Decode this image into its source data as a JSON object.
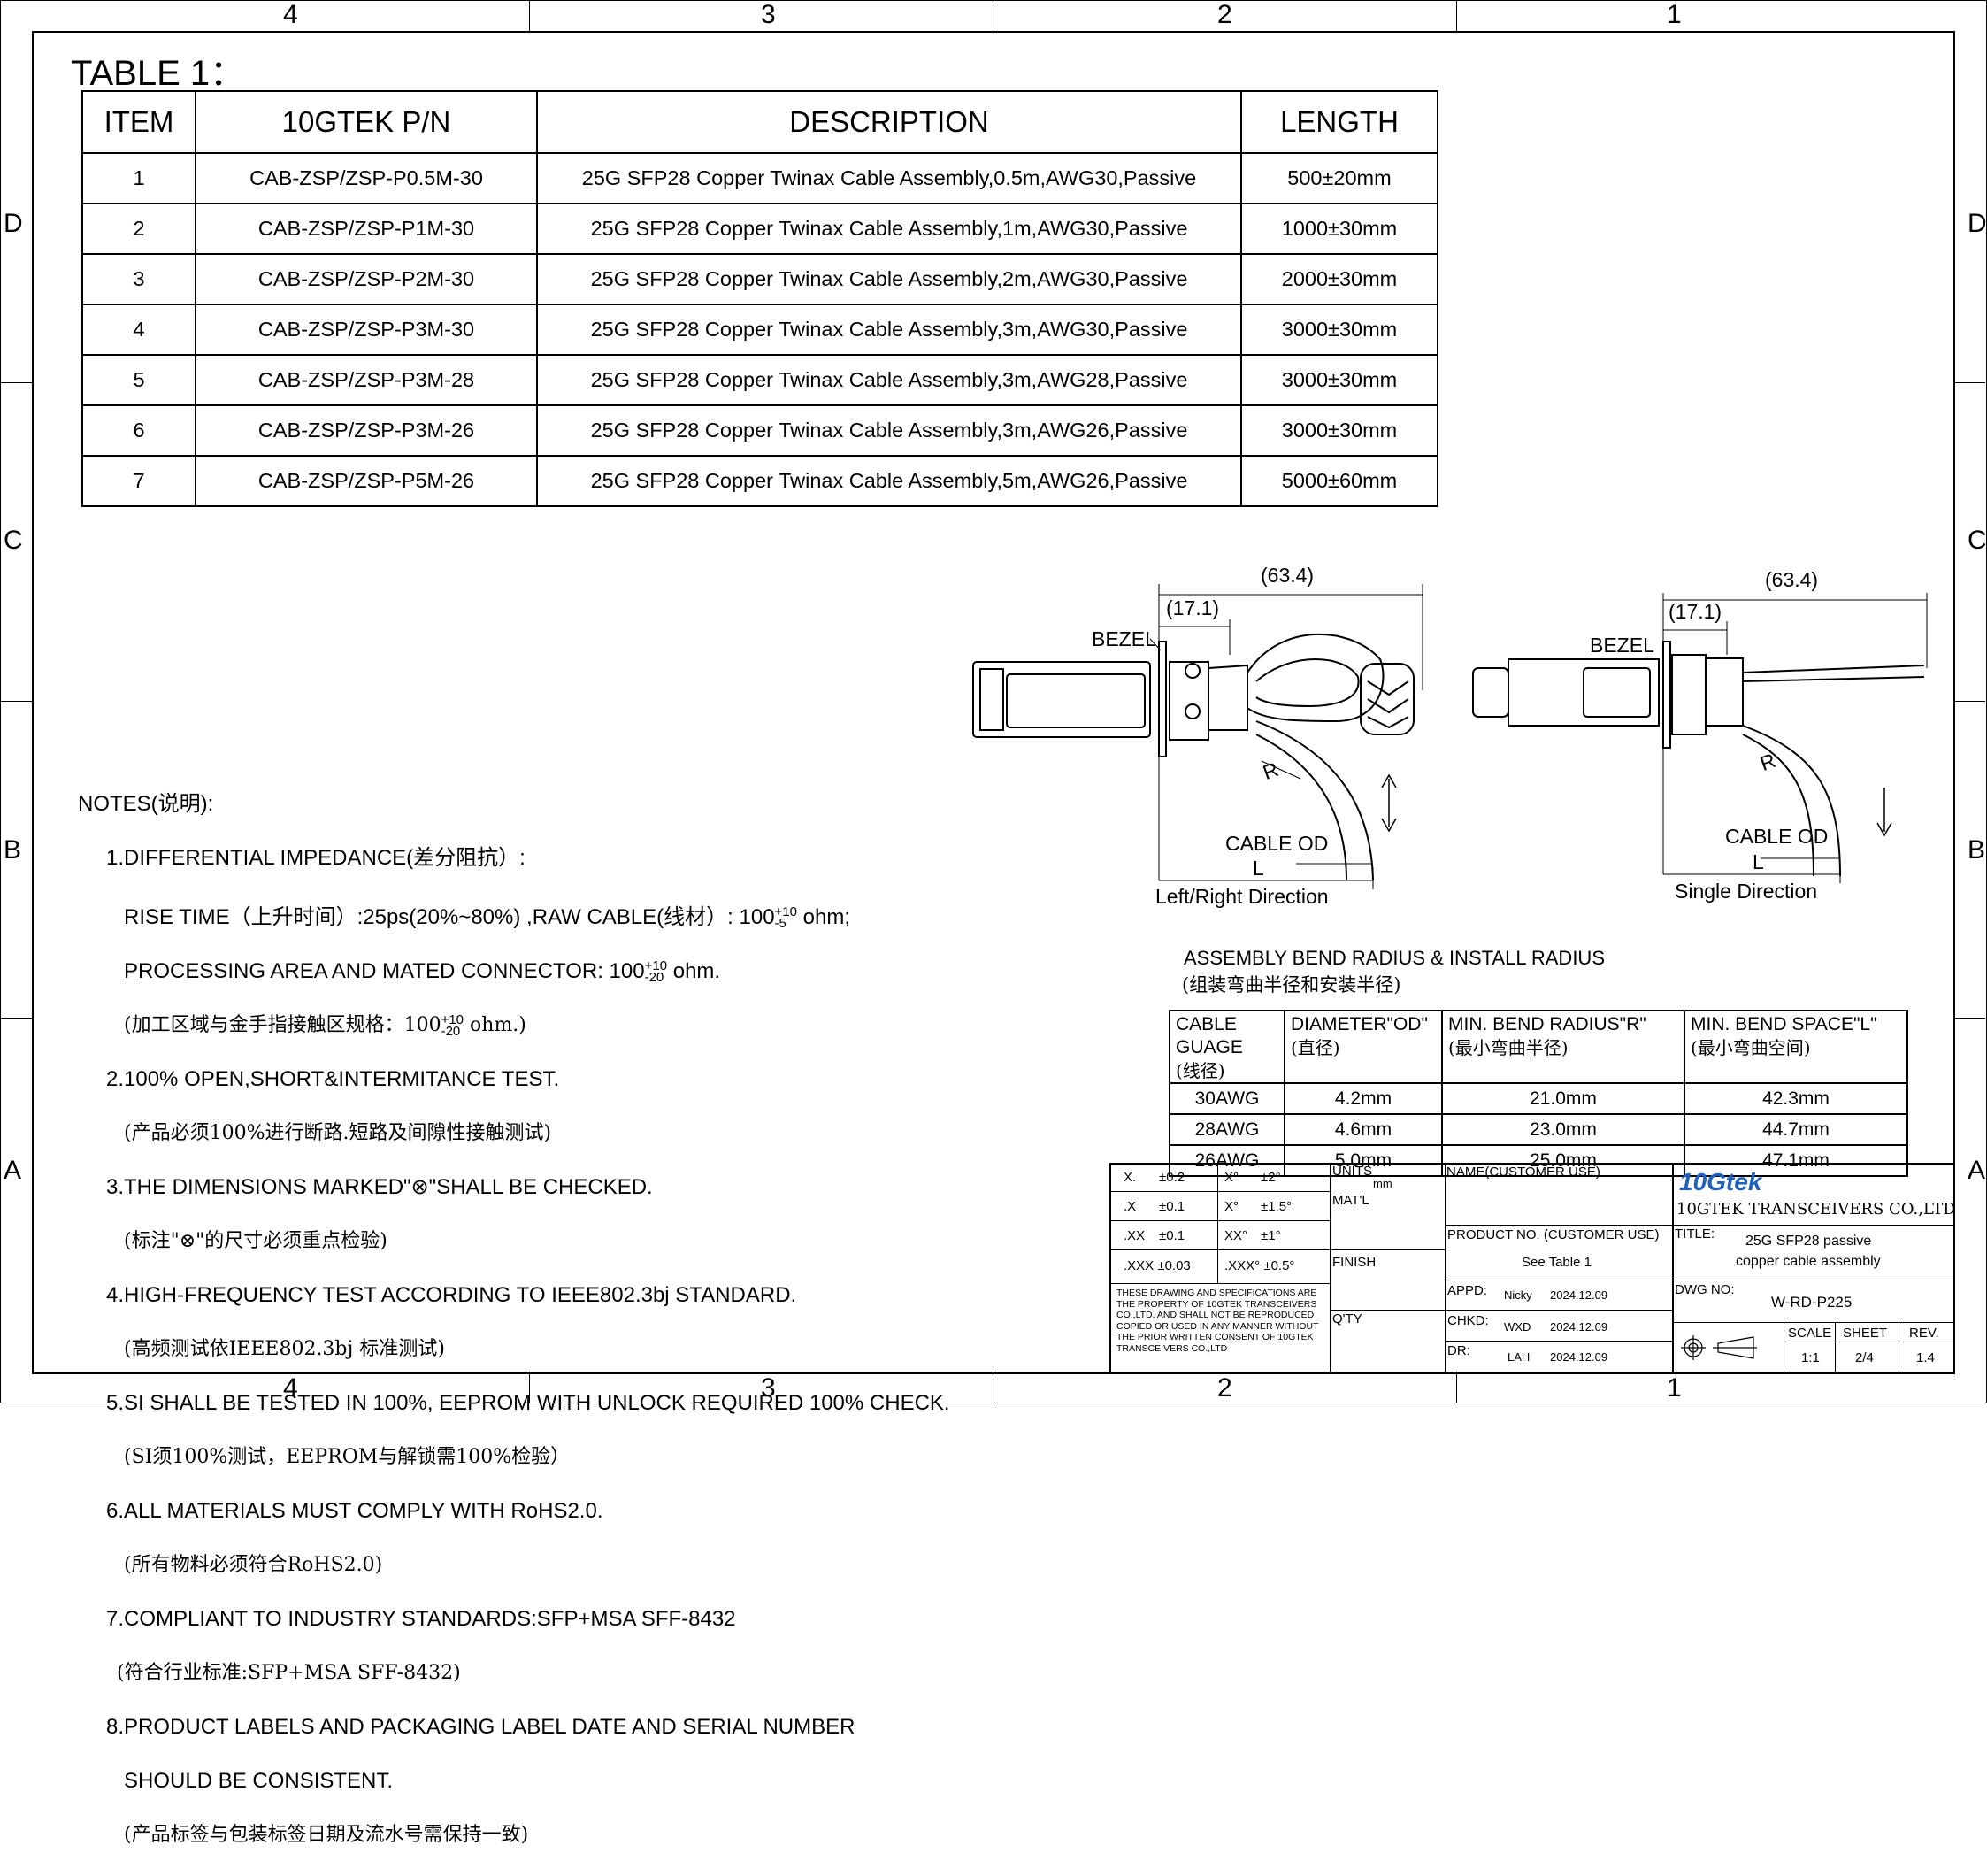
{
  "zones": {
    "top": [
      "4",
      "3",
      "2",
      "1"
    ],
    "bottom": [
      "4",
      "3",
      "2",
      "1"
    ],
    "left": [
      "D",
      "C",
      "B",
      "A"
    ],
    "right": [
      "D",
      "C",
      "B",
      "A"
    ]
  },
  "table1": {
    "caption": "TABLE 1：",
    "headers": [
      "ITEM",
      "10GTEK P/N",
      "DESCRIPTION",
      "LENGTH"
    ],
    "rows": [
      [
        "1",
        "CAB-ZSP/ZSP-P0.5M-30",
        "25G SFP28 Copper Twinax Cable Assembly,0.5m,AWG30,Passive",
        "500±20mm"
      ],
      [
        "2",
        "CAB-ZSP/ZSP-P1M-30",
        "25G SFP28 Copper Twinax Cable Assembly,1m,AWG30,Passive",
        "1000±30mm"
      ],
      [
        "3",
        "CAB-ZSP/ZSP-P2M-30",
        "25G SFP28 Copper Twinax Cable Assembly,2m,AWG30,Passive",
        "2000±30mm"
      ],
      [
        "4",
        "CAB-ZSP/ZSP-P3M-30",
        "25G SFP28 Copper Twinax Cable Assembly,3m,AWG30,Passive",
        "3000±30mm"
      ],
      [
        "5",
        "CAB-ZSP/ZSP-P3M-28",
        "25G SFP28 Copper Twinax Cable Assembly,3m,AWG28,Passive",
        "3000±30mm"
      ],
      [
        "6",
        "CAB-ZSP/ZSP-P3M-26",
        "25G SFP28 Copper Twinax Cable Assembly,3m,AWG26,Passive",
        "3000±30mm"
      ],
      [
        "7",
        "CAB-ZSP/ZSP-P5M-26",
        "25G SFP28 Copper Twinax Cable Assembly,5m,AWG26,Passive",
        "5000±60mm"
      ]
    ]
  },
  "drawing_left": {
    "dim_total": "(63.4)",
    "dim_bezel": "(17.1)",
    "bezel": "BEZEL",
    "radius": "R",
    "cable_od": "CABLE OD",
    "length": "L",
    "caption": "Left/Right Direction"
  },
  "drawing_right": {
    "dim_total": "(63.4)",
    "dim_bezel": "(17.1)",
    "bezel": "BEZEL",
    "radius": "R",
    "cable_od": "CABLE OD",
    "length": "L",
    "caption": "Single Direction"
  },
  "notes": {
    "title": "NOTES(说明):",
    "n1": "1.DIFFERENTIAL IMPEDANCE(差分阻抗）:",
    "n1a_pre": "RISE TIME（上升时间）:25ps(20%~80%) ,RAW CABLE(线材）: 100",
    "n1a_sup": "+10",
    "n1a_sub": "-5",
    "n1a_post": " ohm;",
    "n1b_pre": "PROCESSING AREA AND MATED CONNECTOR: 100",
    "n1b_sup": "+10",
    "n1b_sub": "-20",
    "n1b_post": " ohm.",
    "n1c_pre": "(加工区域与金手指接触区规格：100",
    "n1c_sup": "+10",
    "n1c_sub": "-20",
    "n1c_post": " ohm.)",
    "n2": "2.100% OPEN,SHORT&INTERMITANCE TEST.",
    "n2cn": "(产品必须100%进行断路.短路及间隙性接触测试)",
    "n3": "3.THE DIMENSIONS MARKED\"⊗\"SHALL BE CHECKED.",
    "n3cn": "(标注\"⊗\"的尺寸必须重点检验)",
    "n4": "4.HIGH-FREQUENCY TEST ACCORDING TO IEEE802.3bj STANDARD.",
    "n4cn": "(高频测试依IEEE802.3bj 标准测试)",
    "n5": "5.SI SHALL BE TESTED IN 100%, EEPROM WITH UNLOCK REQUIRED 100% CHECK.",
    "n5cn": "(SI须100%测试，EEPROM与解锁需100%检验）",
    "n6": "6.ALL MATERIALS MUST COMPLY WITH RoHS2.0.",
    "n6cn": "(所有物料必须符合RoHS2.0)",
    "n7": "7.COMPLIANT TO INDUSTRY STANDARDS:SFP+MSA SFF-8432",
    "n7cn": "(符合行业标准:SFP+MSA SFF-8432)",
    "n8": "8.PRODUCT LABELS AND PACKAGING LABEL DATE AND SERIAL NUMBER",
    "n8b": "SHOULD BE CONSISTENT.",
    "n8cn": "(产品标签与包装标签日期及流水号需保持一致)"
  },
  "bend": {
    "title": "ASSEMBLY BEND RADIUS & INSTALL RADIUS",
    "title_cn": "(组装弯曲半径和安装半径)",
    "headers": [
      [
        "CABLE GUAGE",
        "(线径)"
      ],
      [
        "DIAMETER\"OD\"",
        "(直径)"
      ],
      [
        "MIN. BEND RADIUS\"R\"",
        "(最小弯曲半径)"
      ],
      [
        "MIN. BEND SPACE\"L\"",
        "(最小弯曲空间)"
      ]
    ],
    "rows": [
      [
        "30AWG",
        "4.2mm",
        "21.0mm",
        "42.3mm"
      ],
      [
        "28AWG",
        "4.6mm",
        "23.0mm",
        "44.7mm"
      ],
      [
        "26AWG",
        "5.0mm",
        "25.0mm",
        "47.1mm"
      ]
    ]
  },
  "titleblock": {
    "tol": [
      [
        "X.",
        "±0.2",
        "X°",
        "±2°"
      ],
      [
        ".X",
        "±0.1",
        "X°",
        "±1.5°"
      ],
      [
        ".XX",
        "±0.1",
        "XX°",
        "±1°"
      ],
      [
        ".XXX ±0.03",
        "",
        ".XXX° ±0.5°",
        ""
      ]
    ],
    "disclaimer": "THESE DRAWING AND SPECIFICATIONS ARE THE PROPERTY OF 10GTEK TRANSCEIVERS CO.,LTD. AND SHALL NOT BE REPRODUCED COPIED OR USED IN ANY MANNER WITHOUT THE PRIOR WRITTEN CONSENT OF 10GTEK TRANSCEIVERS CO.,LTD",
    "units_label": "UNITS",
    "units_value": "mm",
    "matl": "MAT'L",
    "finish": "FINISH",
    "qty": "Q'TY",
    "name_label": "NAME(CUSTOMER USE)",
    "product_no_label": "PRODUCT NO. (CUSTOMER USE)",
    "product_no_value": "See Table 1",
    "appd_label": "APPD:",
    "appd_name": "Nicky",
    "appd_date": "2024.12.09",
    "chkd_label": "CHKD:",
    "chkd_name": "WXD",
    "chkd_date": "2024.12.09",
    "dr_label": "DR:",
    "dr_name": "LAH",
    "dr_date": "2024.12.09",
    "logo": "10Gtek",
    "company": "10GTEK TRANSCEIVERS CO.,LTD",
    "title_label": "TITLE:",
    "title_line1": "25G SFP28 passive",
    "title_line2": "copper cable  assembly",
    "dwg_label": "DWG NO:",
    "dwg_value": "W-RD-P225",
    "scale_label": "SCALE",
    "scale_value": "1:1",
    "sheet_label": "SHEET",
    "sheet_value": "2/4",
    "rev_label": "REV.",
    "rev_value": "1.4"
  }
}
